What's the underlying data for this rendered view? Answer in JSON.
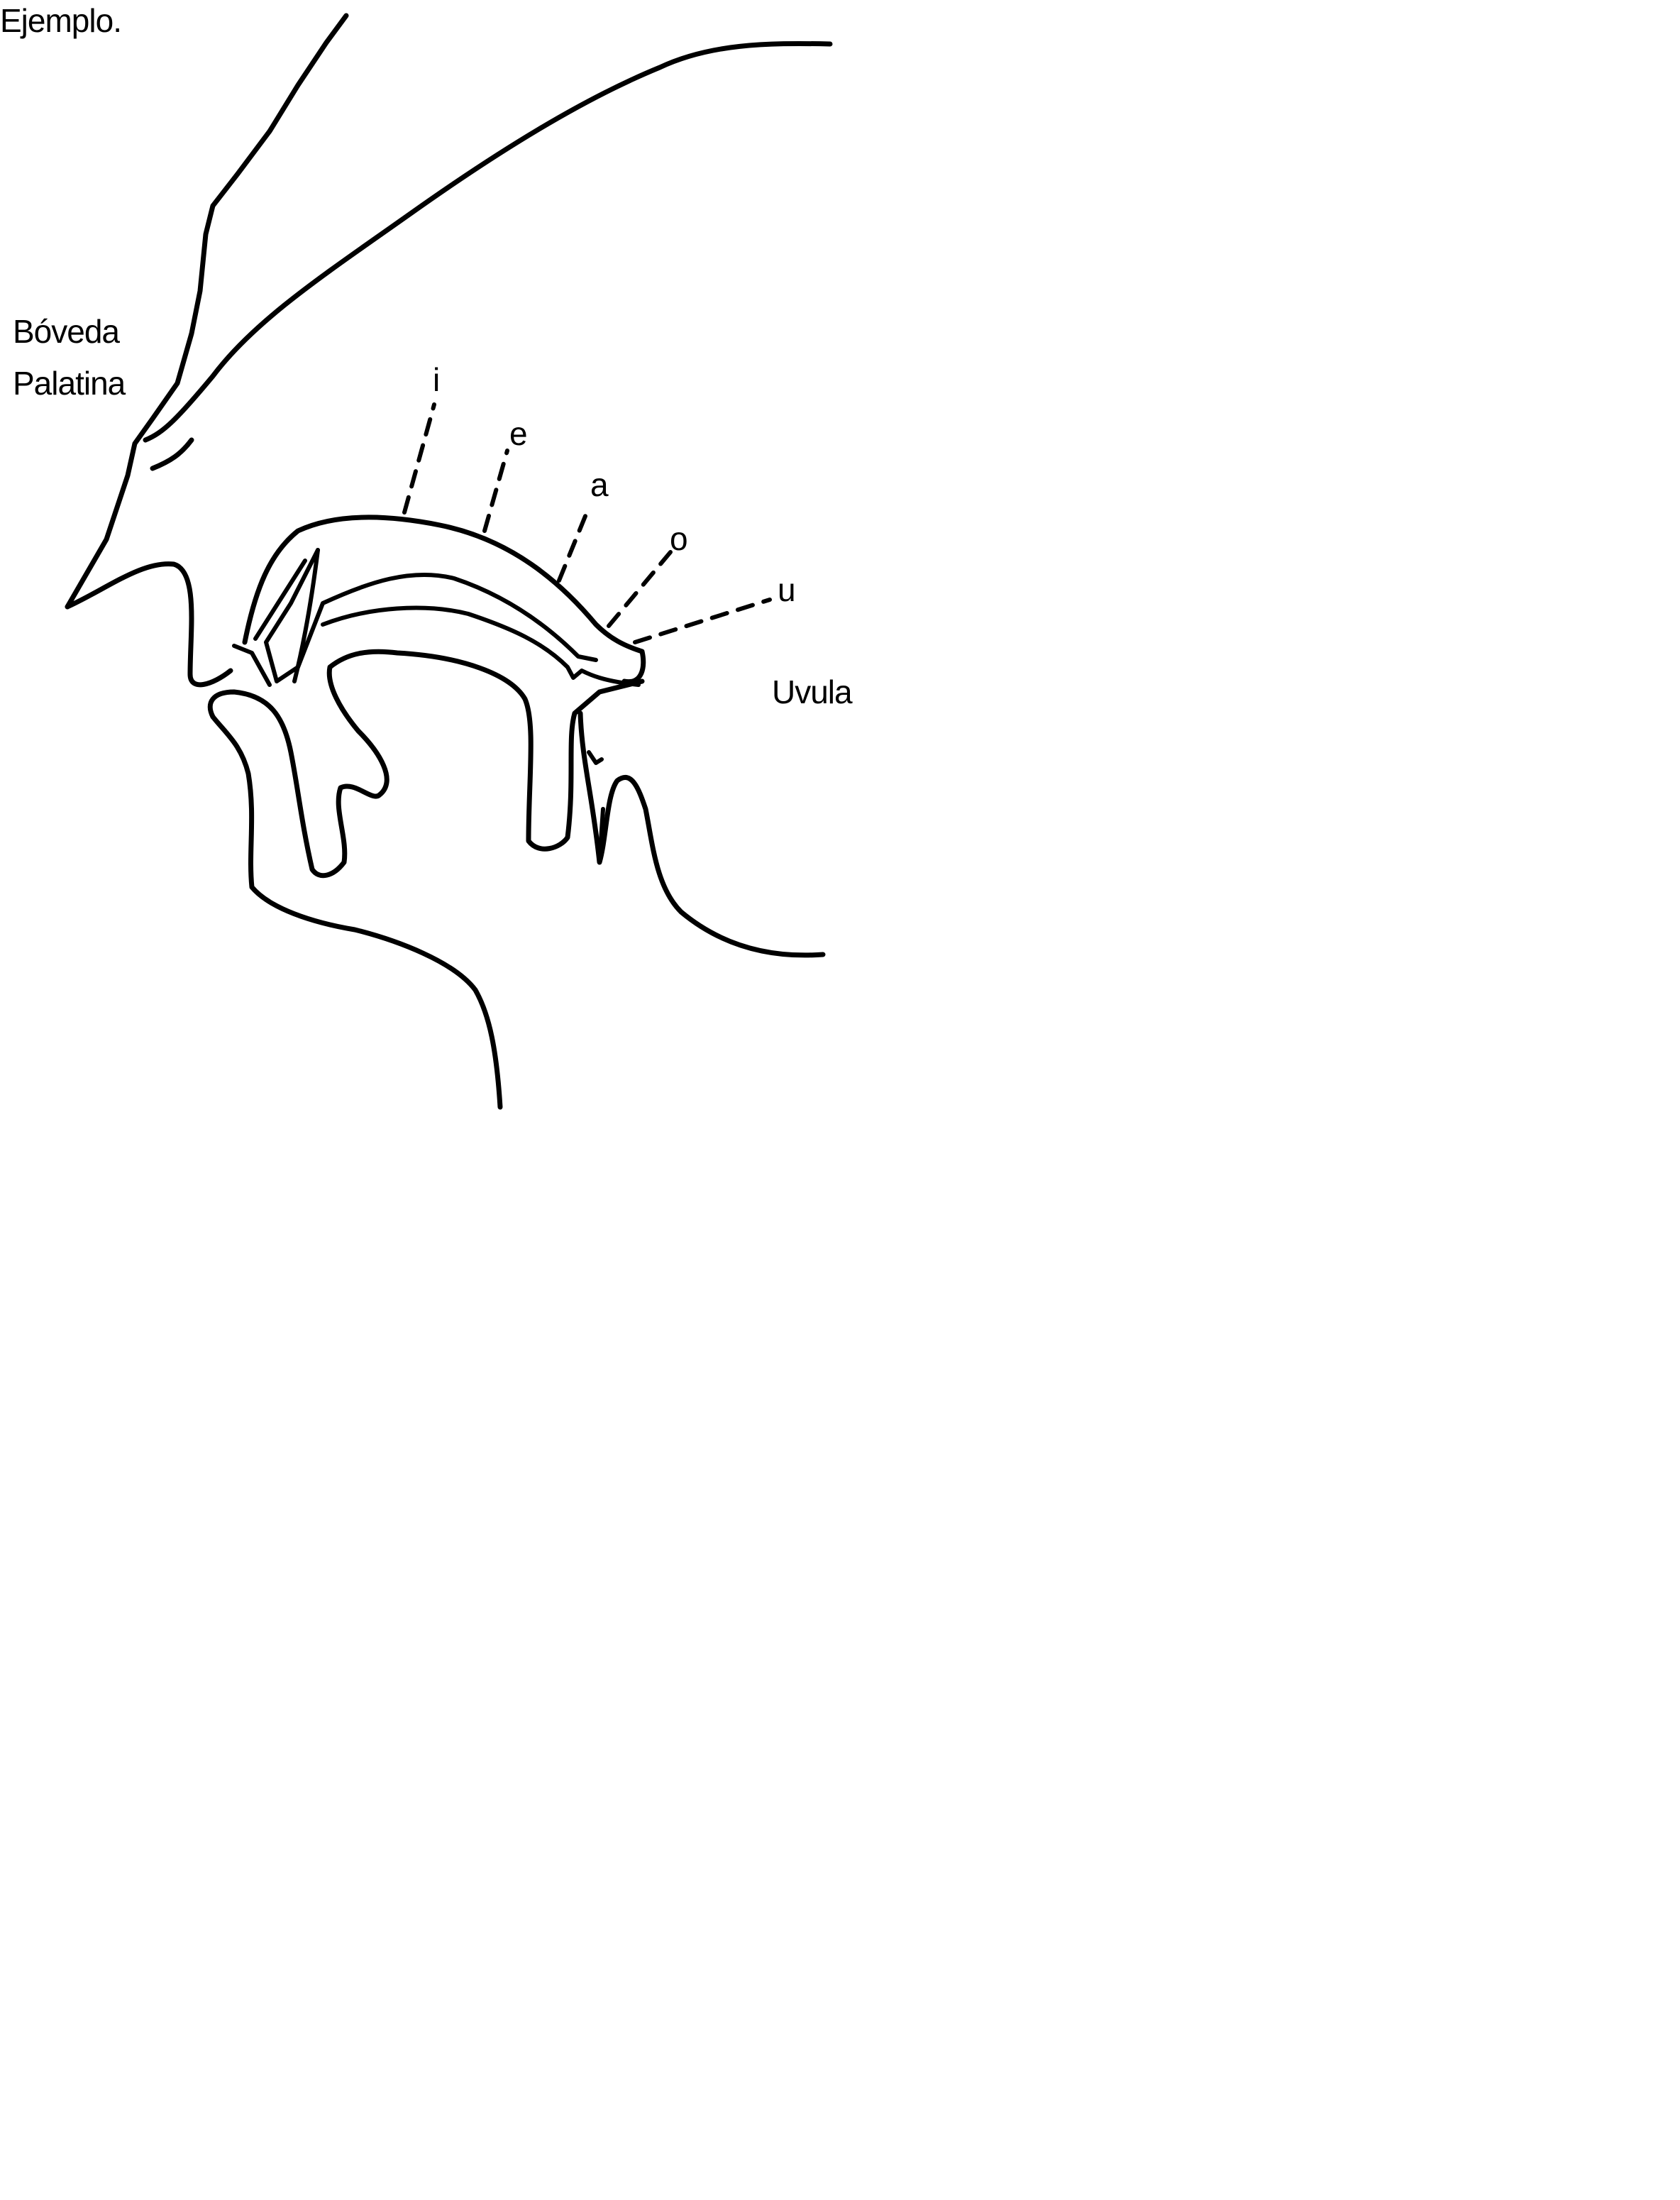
{
  "heading": "Ejemplo.",
  "labels": {
    "boveda_line1": "Bóveda",
    "boveda_line2": "Palatina",
    "uvula": "Uvula"
  },
  "vowels": [
    "i",
    "e",
    "a",
    "o",
    "u"
  ]
}
